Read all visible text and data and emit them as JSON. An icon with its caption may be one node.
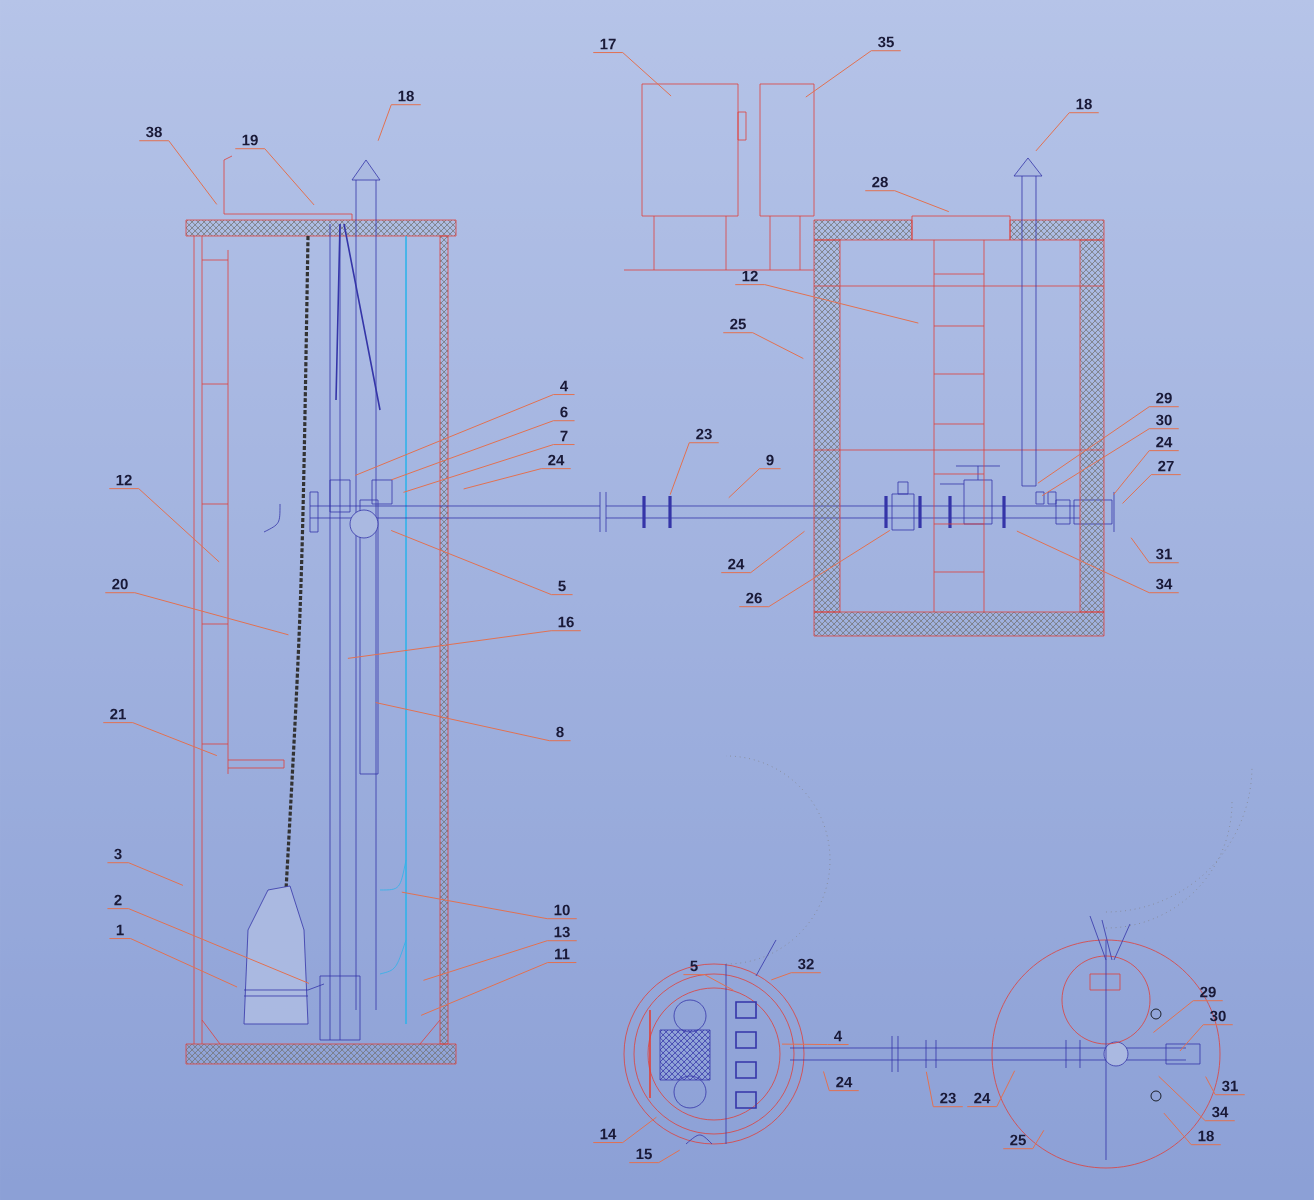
{
  "diagram": {
    "nodes": [
      {
        "text": [
          "38"
        ]
      },
      {
        "text": [
          "19"
        ]
      },
      {
        "text": [
          "18"
        ]
      },
      {
        "text": [
          "17"
        ]
      },
      {
        "text": [
          "35"
        ]
      },
      {
        "text": [
          "18"
        ]
      },
      {
        "text": [
          "28"
        ]
      },
      {
        "text": [
          "12"
        ]
      },
      {
        "text": [
          "25"
        ]
      },
      {
        "text": [
          "4"
        ]
      },
      {
        "text": [
          "6"
        ]
      },
      {
        "text": [
          "7"
        ]
      },
      {
        "text": [
          "24"
        ]
      },
      {
        "text": [
          "12"
        ]
      },
      {
        "text": [
          "23"
        ]
      },
      {
        "text": [
          "9"
        ]
      },
      {
        "text": [
          "29"
        ]
      },
      {
        "text": [
          "30"
        ]
      },
      {
        "text": [
          "24"
        ]
      },
      {
        "text": [
          "27"
        ]
      },
      {
        "text": [
          "5"
        ]
      },
      {
        "text": [
          "24"
        ]
      },
      {
        "text": [
          "26"
        ]
      },
      {
        "text": [
          "31"
        ]
      },
      {
        "text": [
          "34"
        ]
      },
      {
        "text": [
          "20"
        ]
      },
      {
        "text": [
          "16"
        ]
      },
      {
        "text": [
          "8"
        ]
      },
      {
        "text": [
          "21"
        ]
      },
      {
        "text": [
          "3"
        ]
      },
      {
        "text": [
          "10"
        ]
      },
      {
        "text": [
          "2"
        ]
      },
      {
        "text": [
          "13"
        ]
      },
      {
        "text": [
          "1"
        ]
      },
      {
        "text": [
          "11"
        ]
      },
      {
        "text": [
          "5"
        ]
      },
      {
        "text": [
          "32"
        ]
      },
      {
        "text": [
          "29"
        ]
      },
      {
        "text": [
          "30"
        ]
      },
      {
        "text": [
          "4"
        ]
      },
      {
        "text": [
          "24"
        ]
      },
      {
        "text": [
          "31"
        ]
      },
      {
        "text": [
          "23"
        ]
      },
      {
        "text": [
          "24"
        ]
      },
      {
        "text": [
          "34"
        ]
      },
      {
        "text": [
          "14"
        ]
      },
      {
        "text": [
          "25"
        ]
      },
      {
        "text": [
          "18"
        ]
      },
      {
        "text": [
          "15"
        ]
      }
    ],
    "edges": [
      {
        "from": 0,
        "to": null,
        "arrow": "none"
      },
      {
        "from": 1,
        "to": null,
        "arrow": "none"
      },
      {
        "from": 2,
        "to": null,
        "arrow": "none"
      },
      {
        "from": 3,
        "to": null,
        "arrow": "none"
      },
      {
        "from": 4,
        "to": null,
        "arrow": "none"
      },
      {
        "from": 5,
        "to": null,
        "arrow": "none"
      },
      {
        "from": 6,
        "to": null,
        "arrow": "none"
      },
      {
        "from": 7,
        "to": null,
        "arrow": "none"
      },
      {
        "from": 8,
        "to": null,
        "arrow": "none"
      },
      {
        "from": 9,
        "to": null,
        "arrow": "none"
      },
      {
        "from": 10,
        "to": null,
        "arrow": "none"
      },
      {
        "from": 11,
        "to": null,
        "arrow": "none"
      },
      {
        "from": 12,
        "to": null,
        "arrow": "none"
      },
      {
        "from": 13,
        "to": null,
        "arrow": "none"
      },
      {
        "from": 14,
        "to": null,
        "arrow": "none"
      },
      {
        "from": 15,
        "to": null,
        "arrow": "none"
      },
      {
        "from": 16,
        "to": null,
        "arrow": "none"
      },
      {
        "from": 17,
        "to": null,
        "arrow": "none"
      },
      {
        "from": 18,
        "to": null,
        "arrow": "none"
      },
      {
        "from": 19,
        "to": null,
        "arrow": "none"
      },
      {
        "from": 20,
        "to": null,
        "arrow": "none"
      },
      {
        "from": 21,
        "to": null,
        "arrow": "none"
      },
      {
        "from": 22,
        "to": null,
        "arrow": "none"
      },
      {
        "from": 23,
        "to": null,
        "arrow": "none"
      },
      {
        "from": 24,
        "to": null,
        "arrow": "none"
      },
      {
        "from": 25,
        "to": null,
        "arrow": "none"
      },
      {
        "from": 26,
        "to": null,
        "arrow": "none"
      },
      {
        "from": 27,
        "to": null,
        "arrow": "none"
      },
      {
        "from": 28,
        "to": null,
        "arrow": "none"
      },
      {
        "from": 29,
        "to": null,
        "arrow": "none"
      },
      {
        "from": 30,
        "to": null,
        "arrow": "none"
      },
      {
        "from": 31,
        "to": null,
        "arrow": "none"
      },
      {
        "from": 32,
        "to": null,
        "arrow": "none"
      },
      {
        "from": 33,
        "to": null,
        "arrow": "none"
      },
      {
        "from": 34,
        "to": null,
        "arrow": "none"
      },
      {
        "from": 35,
        "to": null,
        "arrow": "none"
      },
      {
        "from": 36,
        "to": null,
        "arrow": "none"
      },
      {
        "from": 37,
        "to": null,
        "arrow": "none"
      },
      {
        "from": 38,
        "to": null,
        "arrow": "none"
      },
      {
        "from": 39,
        "to": null,
        "arrow": "none"
      },
      {
        "from": 40,
        "to": null,
        "arrow": "none"
      },
      {
        "from": 41,
        "to": null,
        "arrow": "none"
      },
      {
        "from": 42,
        "to": null,
        "arrow": "none"
      },
      {
        "from": 43,
        "to": null,
        "arrow": "none"
      },
      {
        "from": 44,
        "to": null,
        "arrow": "none"
      },
      {
        "from": 45,
        "to": null,
        "arrow": "none"
      },
      {
        "from": 46,
        "to": null,
        "arrow": "none"
      },
      {
        "from": 47,
        "to": null,
        "arrow": "none"
      },
      {
        "from": 48,
        "to": null,
        "arrow": "none"
      }
    ]
  }
}
